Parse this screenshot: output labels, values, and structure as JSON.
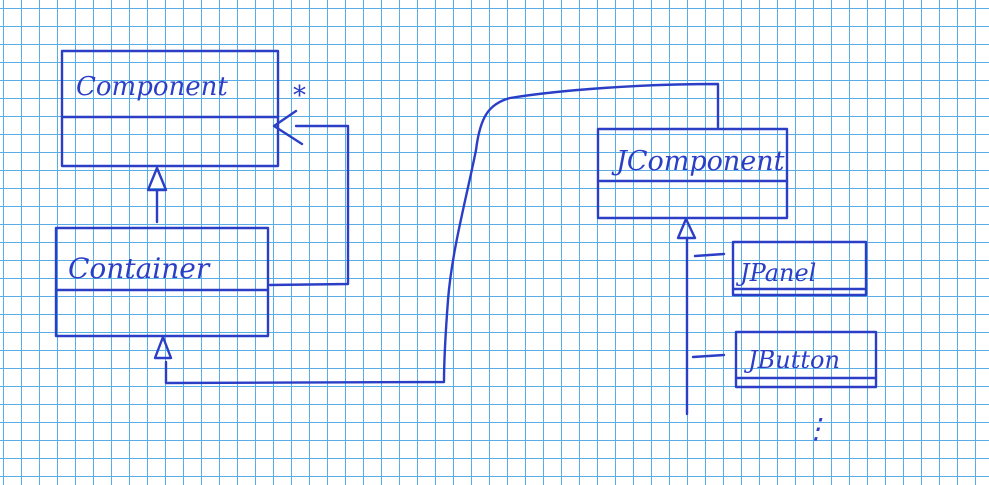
{
  "diagram": {
    "classes": {
      "component": "Component",
      "container": "Container",
      "jcomponent": "JComponent",
      "jpanel": "JPanel",
      "jbutton": "JButton"
    },
    "multiplicity": "*",
    "more_marker": "⋮",
    "ink_color": "#2b3fc6",
    "grid_color": "#5aaee8"
  }
}
